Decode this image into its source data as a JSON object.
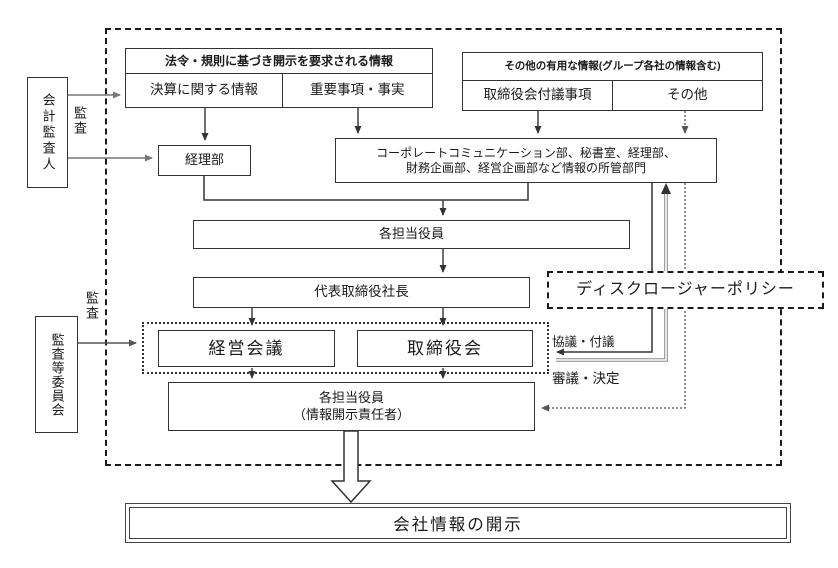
{
  "left": {
    "accounting_auditor": "会計監査人",
    "audit_top": "監査",
    "audit_committee": "監査等委員会",
    "audit_bottom": "監査"
  },
  "sources": {
    "legal": {
      "header": "法令・規則に基づき開示を要求される情報",
      "cells": [
        "決算に関する情報",
        "重要事項・事実"
      ]
    },
    "other": {
      "header": "その他の有用な情報(グループ各社の情報含む)",
      "cells": [
        "取締役会付議事項",
        "その他"
      ]
    }
  },
  "nodes": {
    "accounting_dept": "経理部",
    "info_dept_line1": "コーポレートコミュニケーション部、秘書室、経理部、",
    "info_dept_line2": "財務企画部、経営企画部など情報の所管部門",
    "officers": "各担当役員",
    "president": "代表取締役社長",
    "management_meeting": "経営会議",
    "board": "取締役会",
    "disclosure_officers_line1": "各担当役員",
    "disclosure_officers_line2": "（情報開示責任者）",
    "policy": "ディスクロージャーポリシー",
    "output": "会社情報の開示"
  },
  "labels": {
    "consult": "協議・付議",
    "decide": "審議・決定"
  },
  "colors": {
    "line": "#333333",
    "audit_arrow": "#777777"
  }
}
